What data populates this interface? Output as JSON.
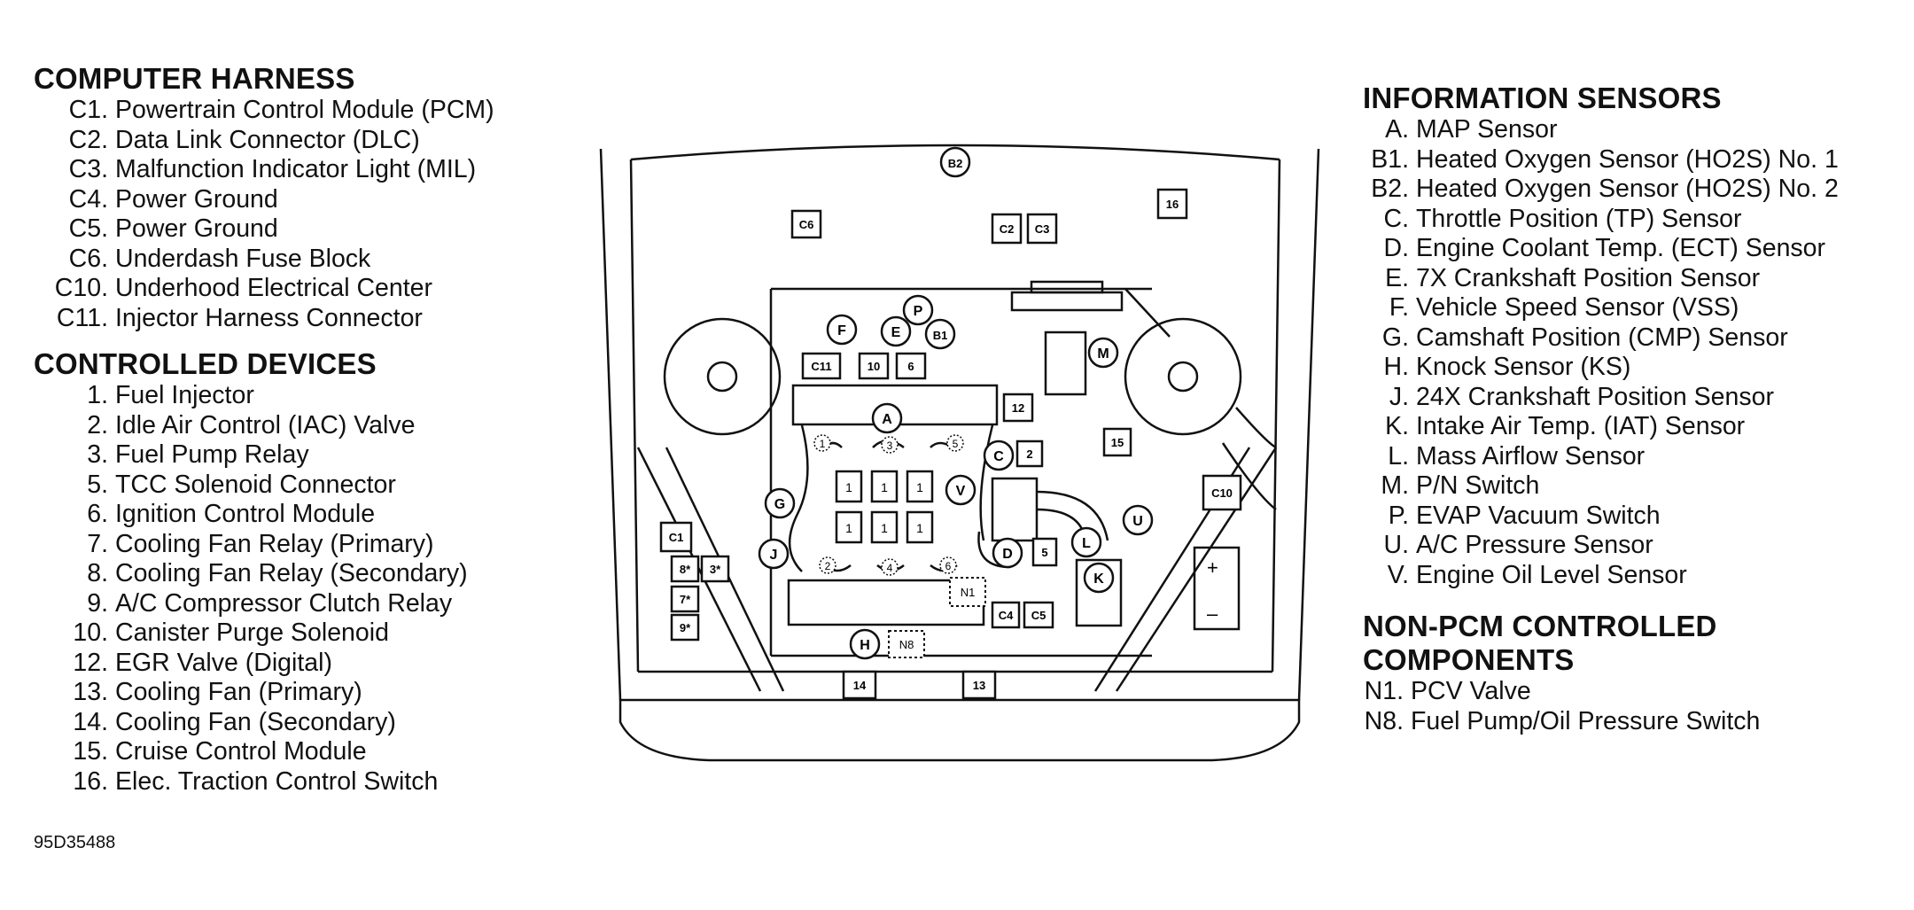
{
  "computer_harness": {
    "title": "COMPUTER HARNESS",
    "items": [
      {
        "code": "C1.",
        "label": "Powertrain Control Module (PCM)"
      },
      {
        "code": "C2.",
        "label": "Data Link Connector (DLC)"
      },
      {
        "code": "C3.",
        "label": "Malfunction Indicator Light (MIL)"
      },
      {
        "code": "C4.",
        "label": "Power Ground"
      },
      {
        "code": "C5.",
        "label": "Power Ground"
      },
      {
        "code": "C6.",
        "label": "Underdash Fuse Block"
      },
      {
        "code": "C10.",
        "label": "Underhood Electrical Center"
      },
      {
        "code": "C11.",
        "label": "Injector Harness Connector"
      }
    ]
  },
  "controlled_devices": {
    "title": "CONTROLLED DEVICES",
    "items": [
      {
        "code": "1.",
        "label": "Fuel Injector"
      },
      {
        "code": "2.",
        "label": "Idle Air Control (IAC) Valve"
      },
      {
        "code": "3.",
        "label": "Fuel Pump Relay"
      },
      {
        "code": "5.",
        "label": "TCC Solenoid Connector"
      },
      {
        "code": "6.",
        "label": "Ignition Control Module"
      },
      {
        "code": "7.",
        "label": "Cooling Fan Relay (Primary)"
      },
      {
        "code": "8.",
        "label": "Cooling Fan Relay (Secondary)"
      },
      {
        "code": "9.",
        "label": "A/C Compressor Clutch Relay"
      },
      {
        "code": "10.",
        "label": "Canister Purge Solenoid"
      },
      {
        "code": "12.",
        "label": "EGR Valve (Digital)"
      },
      {
        "code": "13.",
        "label": "Cooling Fan (Primary)"
      },
      {
        "code": "14.",
        "label": "Cooling Fan (Secondary)"
      },
      {
        "code": "15.",
        "label": "Cruise Control Module"
      },
      {
        "code": "16.",
        "label": "Elec. Traction Control Switch"
      }
    ]
  },
  "information_sensors": {
    "title": "INFORMATION SENSORS",
    "items": [
      {
        "code": "A.",
        "label": "MAP Sensor"
      },
      {
        "code": "B1.",
        "label": "Heated Oxygen Sensor (HO2S) No. 1"
      },
      {
        "code": "B2.",
        "label": "Heated Oxygen Sensor (HO2S) No. 2"
      },
      {
        "code": "C.",
        "label": "Throttle Position (TP) Sensor"
      },
      {
        "code": "D.",
        "label": "Engine Coolant Temp. (ECT) Sensor"
      },
      {
        "code": "E.",
        "label": "7X Crankshaft Position Sensor"
      },
      {
        "code": "F.",
        "label": "Vehicle Speed Sensor (VSS)"
      },
      {
        "code": "G.",
        "label": "Camshaft Position (CMP) Sensor"
      },
      {
        "code": "H.",
        "label": "Knock Sensor (KS)"
      },
      {
        "code": "J.",
        "label": "24X Crankshaft Position Sensor"
      },
      {
        "code": "K.",
        "label": "Intake Air Temp. (IAT) Sensor"
      },
      {
        "code": "L.",
        "label": "Mass Airflow Sensor"
      },
      {
        "code": "M.",
        "label": "P/N Switch"
      },
      {
        "code": "P.",
        "label": "EVAP Vacuum Switch"
      },
      {
        "code": "U.",
        "label": "A/C Pressure Sensor"
      },
      {
        "code": "V.",
        "label": "Engine Oil Level Sensor"
      }
    ]
  },
  "non_pcm": {
    "title_line1": "NON-PCM CONTROLLED",
    "title_line2": "COMPONENTS",
    "items": [
      {
        "code": "N1.",
        "label": "PCV Valve"
      },
      {
        "code": "N8.",
        "label": "Fuel Pump/Oil Pressure Switch"
      }
    ]
  },
  "figure_id": "95D35488",
  "diagram": {
    "circle_labels": [
      "B2",
      "F",
      "E",
      "P",
      "B1",
      "M",
      "A",
      "C",
      "V",
      "G",
      "J",
      "D",
      "L",
      "U",
      "K",
      "H"
    ],
    "box_labels": [
      "C6",
      "C2",
      "C3",
      "16",
      "C11",
      "10",
      "6",
      "12",
      "15",
      "2",
      "C10",
      "C1",
      "8*",
      "3*",
      "7*",
      "9*",
      "1",
      "5",
      "C4",
      "C5",
      "14",
      "13"
    ],
    "dashed_labels": [
      "N1",
      "N8"
    ],
    "small_labels": [
      "1",
      "3",
      "5",
      "2",
      "4",
      "6"
    ],
    "battery_plus": "+",
    "battery_minus": "–"
  }
}
